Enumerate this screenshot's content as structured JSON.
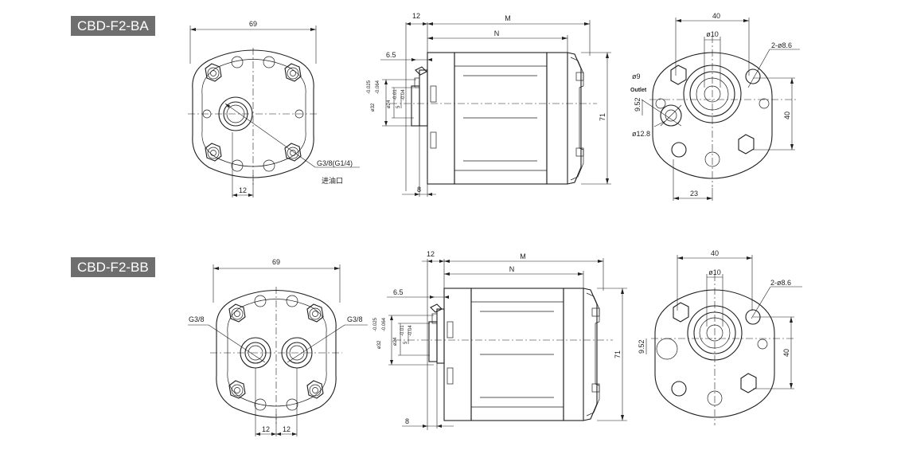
{
  "models": [
    {
      "name": "CBD-F2-BA",
      "front": {
        "width": "69",
        "port_offset": "12",
        "port_label": "G3/8(G1/4)",
        "port_note": "进油口"
      },
      "side": {
        "flange_thickness": "12",
        "overall_length": "M",
        "body_length": "N",
        "shaft_step": "6.5",
        "pilot_diameter": "ø32",
        "pilot_tol_upper": "-0.025",
        "pilot_tol_lower": "-0.064",
        "shaft_diameter": "ø24",
        "key_width": "5",
        "key_tol_upper": "-0.01",
        "key_tol_lower": "-0.04",
        "height": "71",
        "base_offset": "8"
      },
      "rear": {
        "top_width": "40",
        "shaft_hole": "ø10",
        "mount_holes": "2-ø8.6",
        "outlet_diameter": "ø9",
        "outlet_label": "Outlet",
        "vertical_offset": "9.52",
        "spot_face": "ø12.8",
        "hole_spacing": "40",
        "bottom_offset": "23"
      }
    },
    {
      "name": "CBD-F2-BB",
      "front": {
        "width": "69",
        "port_left": "G3/8",
        "port_right": "G3/8",
        "offset_left": "12",
        "offset_right": "12"
      },
      "side": {
        "flange_thickness": "12",
        "overall_length": "M",
        "body_length": "N",
        "shaft_step": "6.5",
        "pilot_diameter": "ø32",
        "pilot_tol_upper": "-0.025",
        "pilot_tol_lower": "-0.064",
        "shaft_diameter": "ø24",
        "key_width": "5",
        "key_tol_upper": "-0.01",
        "key_tol_lower": "-0.04",
        "height": "71",
        "base_offset": "8"
      },
      "rear": {
        "top_width": "40",
        "shaft_hole": "ø10",
        "mount_holes": "2-ø8.6",
        "vertical_offset": "9.52",
        "hole_spacing": "40"
      }
    }
  ]
}
